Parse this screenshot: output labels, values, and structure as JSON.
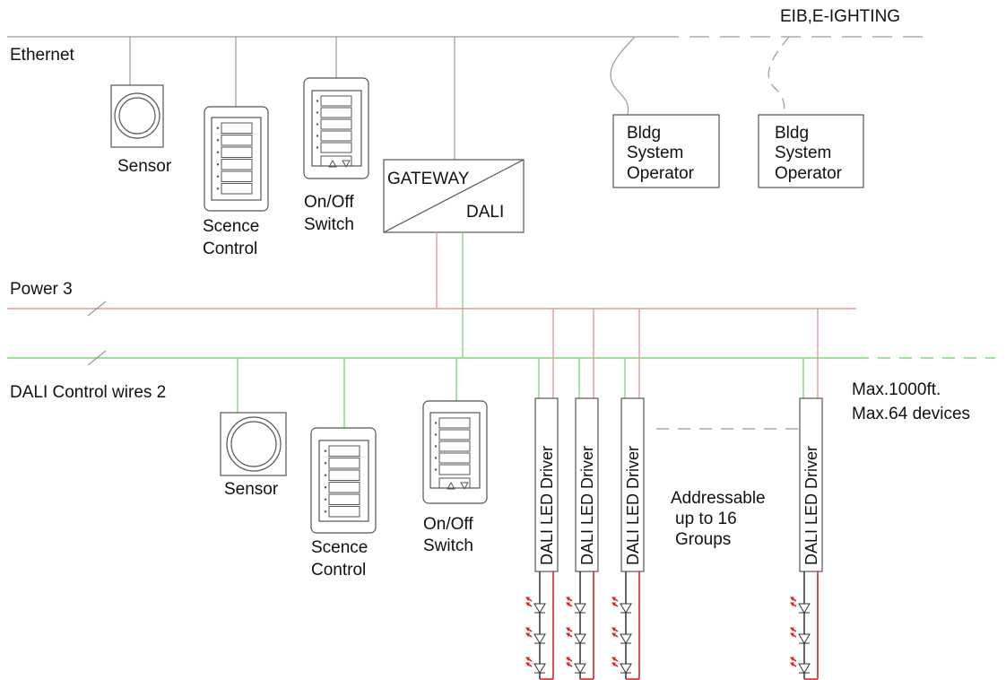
{
  "labels": {
    "eib": "EIB,E-IGHTING",
    "ethernet": "Ethernet",
    "power": "Power 3",
    "dali_wires": "DALI Control wires 2",
    "max_length": "Max.1000ft.",
    "max_devices": "Max.64 devices",
    "addressable": [
      "Addressable",
      "up to 16",
      "Groups"
    ]
  },
  "top_devices": {
    "sensor": "Sensor",
    "scene_control": [
      "Scence",
      "Control"
    ],
    "onoff_switch": [
      "On/Off",
      "Switch"
    ]
  },
  "gateway": {
    "top": "GATEWAY",
    "bottom": "DALI"
  },
  "operators": [
    {
      "lines": [
        "Bldg",
        "System",
        "Operator"
      ]
    },
    {
      "lines": [
        "Bldg",
        "System",
        "Operator"
      ]
    }
  ],
  "bottom_devices": {
    "sensor": "Sensor",
    "scene_control": [
      "Scence",
      "Control"
    ],
    "onoff_switch": [
      "On/Off",
      "Switch"
    ]
  },
  "drivers": [
    "DALI LED Driver",
    "DALI LED Driver",
    "DALI LED Driver",
    "DALI LED Driver"
  ],
  "colors": {
    "dali_wire": "#7fd97a",
    "power_wire": "#e89a9a",
    "led": "#e02020",
    "network": "#999999"
  }
}
